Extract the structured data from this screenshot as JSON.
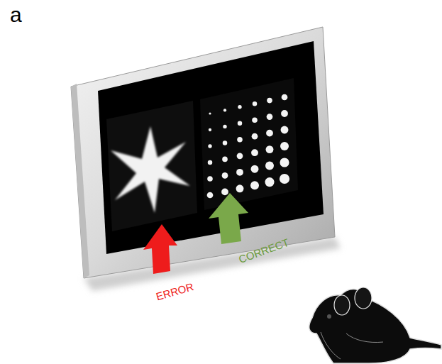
{
  "diagram": {
    "labels": [
      "a",
      "ERROR",
      "CORRECT"
    ]
  }
}
